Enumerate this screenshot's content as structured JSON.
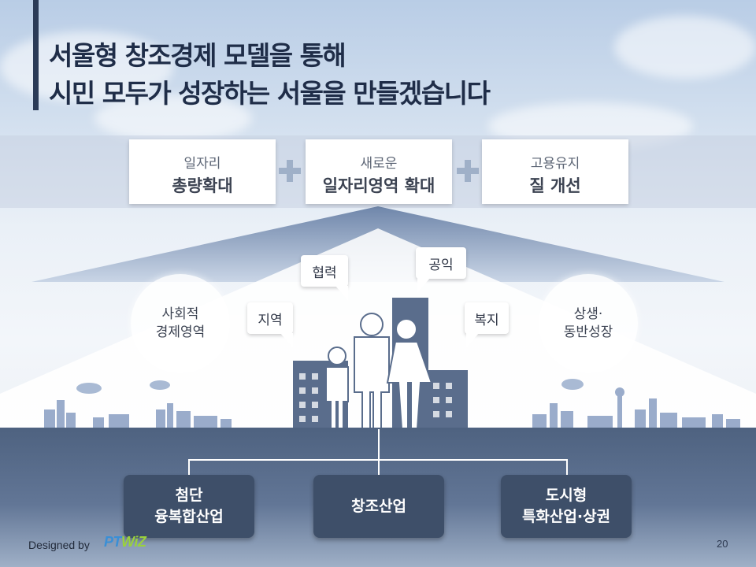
{
  "title": {
    "line1": "서울형 창조경제 모델을 통해",
    "line2": "시민 모두가 성장하는 서울을 만들겠습니다"
  },
  "top_cards": [
    {
      "sub": "일자리",
      "main": "총량확대"
    },
    {
      "sub": "새로운",
      "main": "일자리영역 확대"
    },
    {
      "sub": "고용유지",
      "main": "질 개선"
    }
  ],
  "circles": {
    "left": {
      "line1": "사회적",
      "line2": "경제영역"
    },
    "right": {
      "line1": "상생·",
      "line2": "동반성장"
    }
  },
  "bubbles": {
    "region": "지역",
    "cooperation": "협력",
    "public": "공익",
    "welfare": "복지"
  },
  "bottom_boxes": [
    {
      "line1": "첨단",
      "line2": "융복합산업"
    },
    {
      "line1": "창조산업",
      "line2": ""
    },
    {
      "line1": "도시형",
      "line2": "특화산업·상권"
    }
  ],
  "footer": {
    "designed_by": "Designed by",
    "logo_part1": "PT",
    "logo_part2": "WiZ",
    "page_number": "20"
  },
  "colors": {
    "title": "#1f2d48",
    "building": "#5a6d8c",
    "bottom_panel": "#4e6280",
    "bottom_box": "#3e4f69",
    "plus": "#9fb0c8"
  }
}
